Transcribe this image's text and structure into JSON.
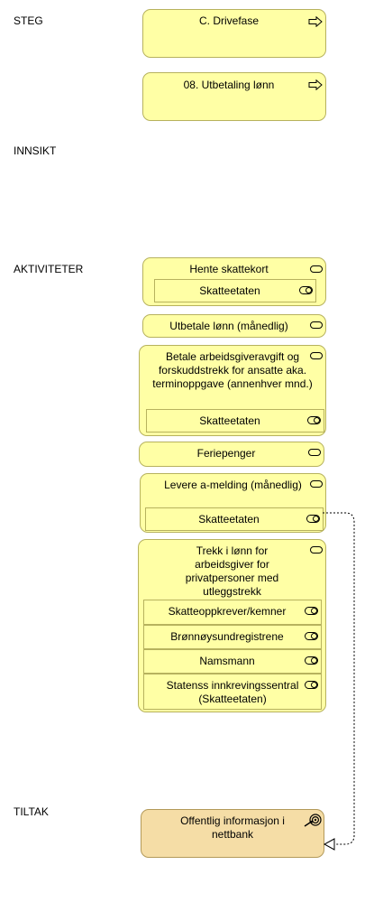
{
  "lanes": {
    "steg": "STEG",
    "innsikt": "INNSIKT",
    "aktiviteter": "AKTIVITETER",
    "tiltak": "TILTAK"
  },
  "steg": {
    "phase": "C. Drivefase",
    "step": "08. Utbetaling lønn"
  },
  "activities": {
    "hente": {
      "title": "Hente skattekort",
      "service": "Skatteetaten"
    },
    "utbetale": {
      "title": "Utbetale lønn (månedlig)"
    },
    "betale": {
      "title": "Betale arbeidsgiveravgift og forskuddstrekk for ansatte aka. terminoppgave (annenhver mnd.)",
      "service": "Skatteetaten"
    },
    "feriepenger": {
      "title": "Feriepenger"
    },
    "levere": {
      "title": "Levere a-melding (månedlig)",
      "service": "Skatteetaten"
    },
    "trekk": {
      "title": "Trekk i lønn for arbeidsgiver for privatpersoner med utleggstrekk",
      "services": [
        "Skatteoppkrever/kemner",
        "Brønnøysundregistrene",
        "Namsmann",
        "Statenss innkrevingssentral (Skatteetaten)"
      ]
    }
  },
  "tiltak": {
    "title": "Offentlig informasjon i nettbank"
  },
  "colors": {
    "activity_fill": "#ffffa5",
    "goal_fill": "#f5dda6",
    "border": "#b7b25e"
  }
}
